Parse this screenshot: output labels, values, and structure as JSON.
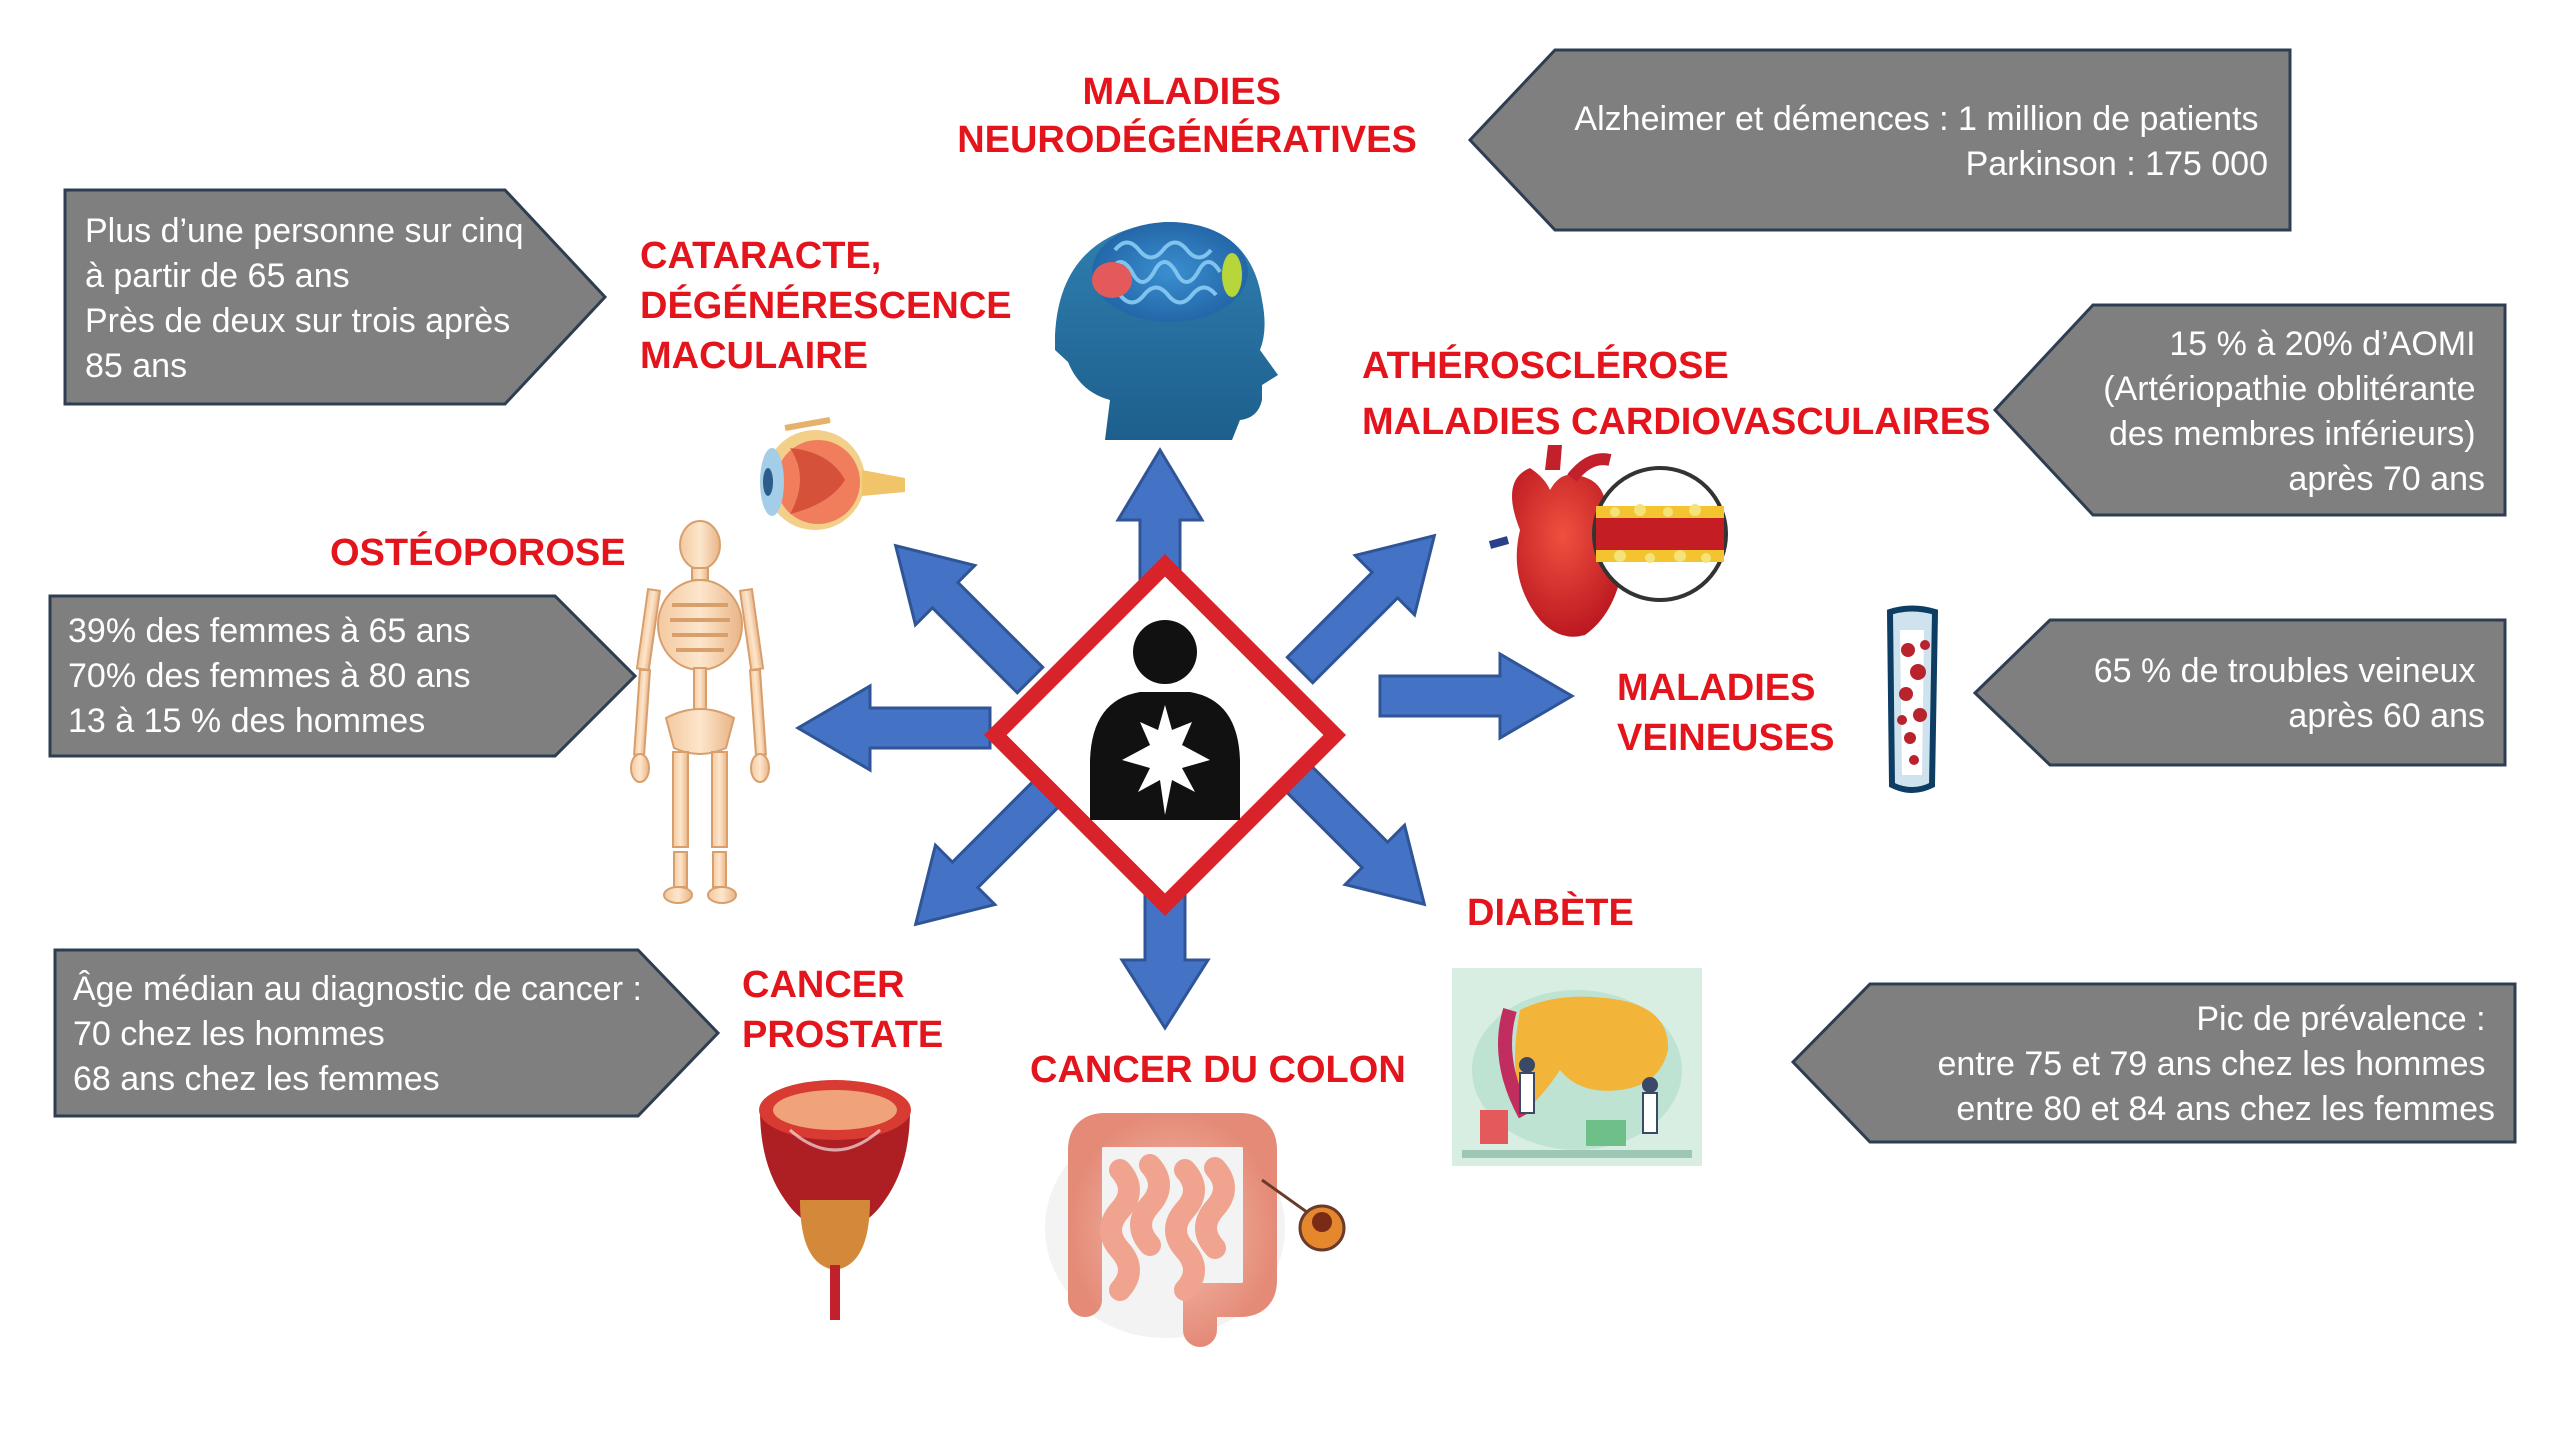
{
  "diseases": {
    "neuro": {
      "lines": [
        "MALADIES",
        "NEURODÉGÉNÉRATIVES"
      ]
    },
    "cataract": {
      "lines": [
        "CATARACTE,",
        "DÉGÉNÉRESCENCE",
        "MACULAIRE"
      ]
    },
    "athero": {
      "lines": [
        "ATHÉROSCLÉROSE",
        "MALADIES CARDIOVASCULAIRES"
      ]
    },
    "osteo": {
      "lines": [
        "OSTÉOPOROSE"
      ]
    },
    "veins": {
      "lines": [
        "MALADIES",
        "VEINEUSES"
      ]
    },
    "diabetes": {
      "lines": [
        "DIABÈTE"
      ]
    },
    "prostate": {
      "lines": [
        "CANCER",
        "PROSTATE"
      ]
    },
    "colon": {
      "lines": [
        "CANCER DU COLON"
      ]
    }
  },
  "callouts": {
    "neuro": {
      "lines": [
        "Alzheimer et démences : 1 million de patients",
        "Parkinson : 175 000"
      ]
    },
    "cataract": {
      "lines": [
        "Plus d’une personne sur cinq",
        "à partir de 65 ans",
        "Près de deux sur trois après",
        "85 ans"
      ]
    },
    "athero": {
      "lines": [
        "15 %  à 20% d’AOMI",
        "(Artériopathie oblitérante",
        "des membres inférieurs)",
        "après 70 ans"
      ]
    },
    "osteo": {
      "lines": [
        "39% des femmes à 65 ans",
        "70%  des femmes à 80 ans",
        "13 à 15 % des hommes"
      ]
    },
    "veins": {
      "lines": [
        "65 % de troubles veineux",
        "après 60 ans"
      ]
    },
    "cancer": {
      "lines": [
        "Âge médian au diagnostic de cancer :",
        "70 chez les hommes",
        "68 ans chez les femmes"
      ]
    },
    "diabetes": {
      "lines": [
        "Pic de prévalence :",
        "entre 75 et 79 ans chez les hommes",
        "entre 80 et 84 ans chez les femmes"
      ]
    }
  },
  "colors": {
    "arrow": "#4472c4",
    "callout": "#7f7f7f",
    "label": "#e3141c",
    "hazard": "#d9232a"
  },
  "icons": [
    "health-hazard-icon",
    "brain-icon",
    "eye-icon",
    "skeleton-icon",
    "heart-artery-icon",
    "vein-icon",
    "pancreas-icon",
    "prostate-icon",
    "colon-icon"
  ]
}
